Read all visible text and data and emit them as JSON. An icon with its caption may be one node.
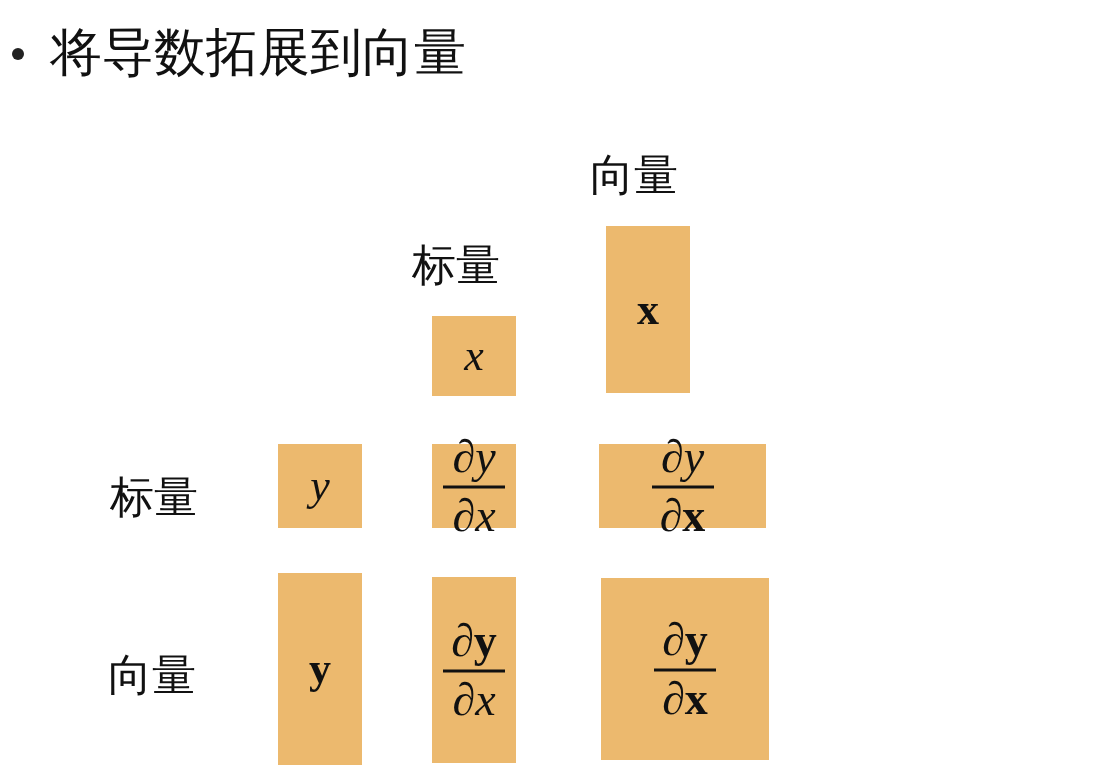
{
  "diagram": {
    "title": "将导数拓展到向量",
    "nodes": [
      {
        "text": [
          "x"
        ]
      },
      {
        "text": [
          "**x**"
        ]
      },
      {
        "text": [
          "y"
        ]
      },
      {
        "text": [
          "∂y",
          "∂x"
        ]
      },
      {
        "text": [
          "∂y",
          "∂**x**"
        ]
      },
      {
        "text": [
          "**y**"
        ]
      },
      {
        "text": [
          "∂**y**",
          "∂x"
        ]
      },
      {
        "text": [
          "∂**y**",
          "∂**x**"
        ]
      }
    ],
    "labels": [
      "向量",
      "标量",
      "标量",
      "向量"
    ]
  }
}
